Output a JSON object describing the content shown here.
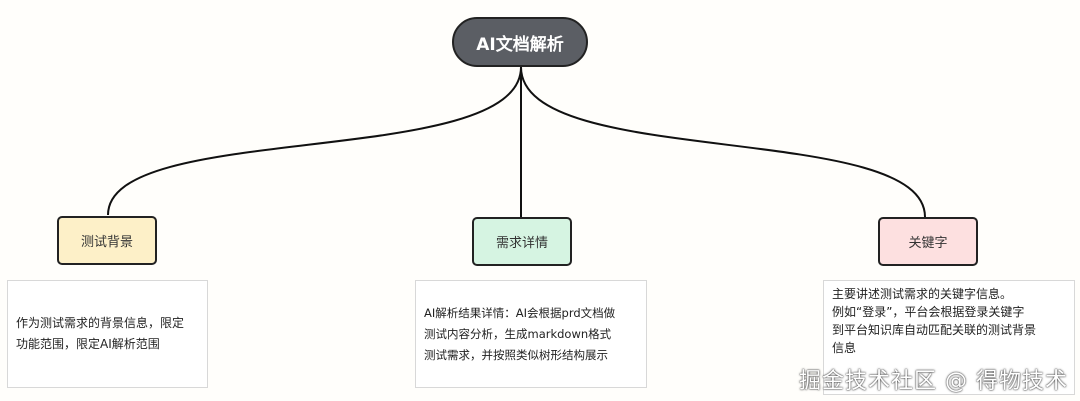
{
  "root": {
    "label": "AI文档解析",
    "color": "#5b5e64"
  },
  "nodes": [
    {
      "label": "测试背景",
      "color": "#fdf0c8",
      "description": [
        "作为测试需求的背景信息，限定",
        "功能范围，限定AI解析范围"
      ]
    },
    {
      "label": "需求详情",
      "color": "#d6f4e2",
      "description": [
        "AI解析结果详情：AI会根据prd文档做",
        "测试内容分析，生成markdown格式",
        "测试需求，并按照类似树形结构展示"
      ]
    },
    {
      "label": "关键字",
      "color": "#fde0e0",
      "description": [
        "主要讲述测试需求的关键字信息。",
        "例如“登录”，平台会根据登录关键字",
        "到平台知识库自动匹配关联的测试背景",
        "信息"
      ]
    }
  ],
  "watermark": "掘金技术社区 @ 得物技术"
}
